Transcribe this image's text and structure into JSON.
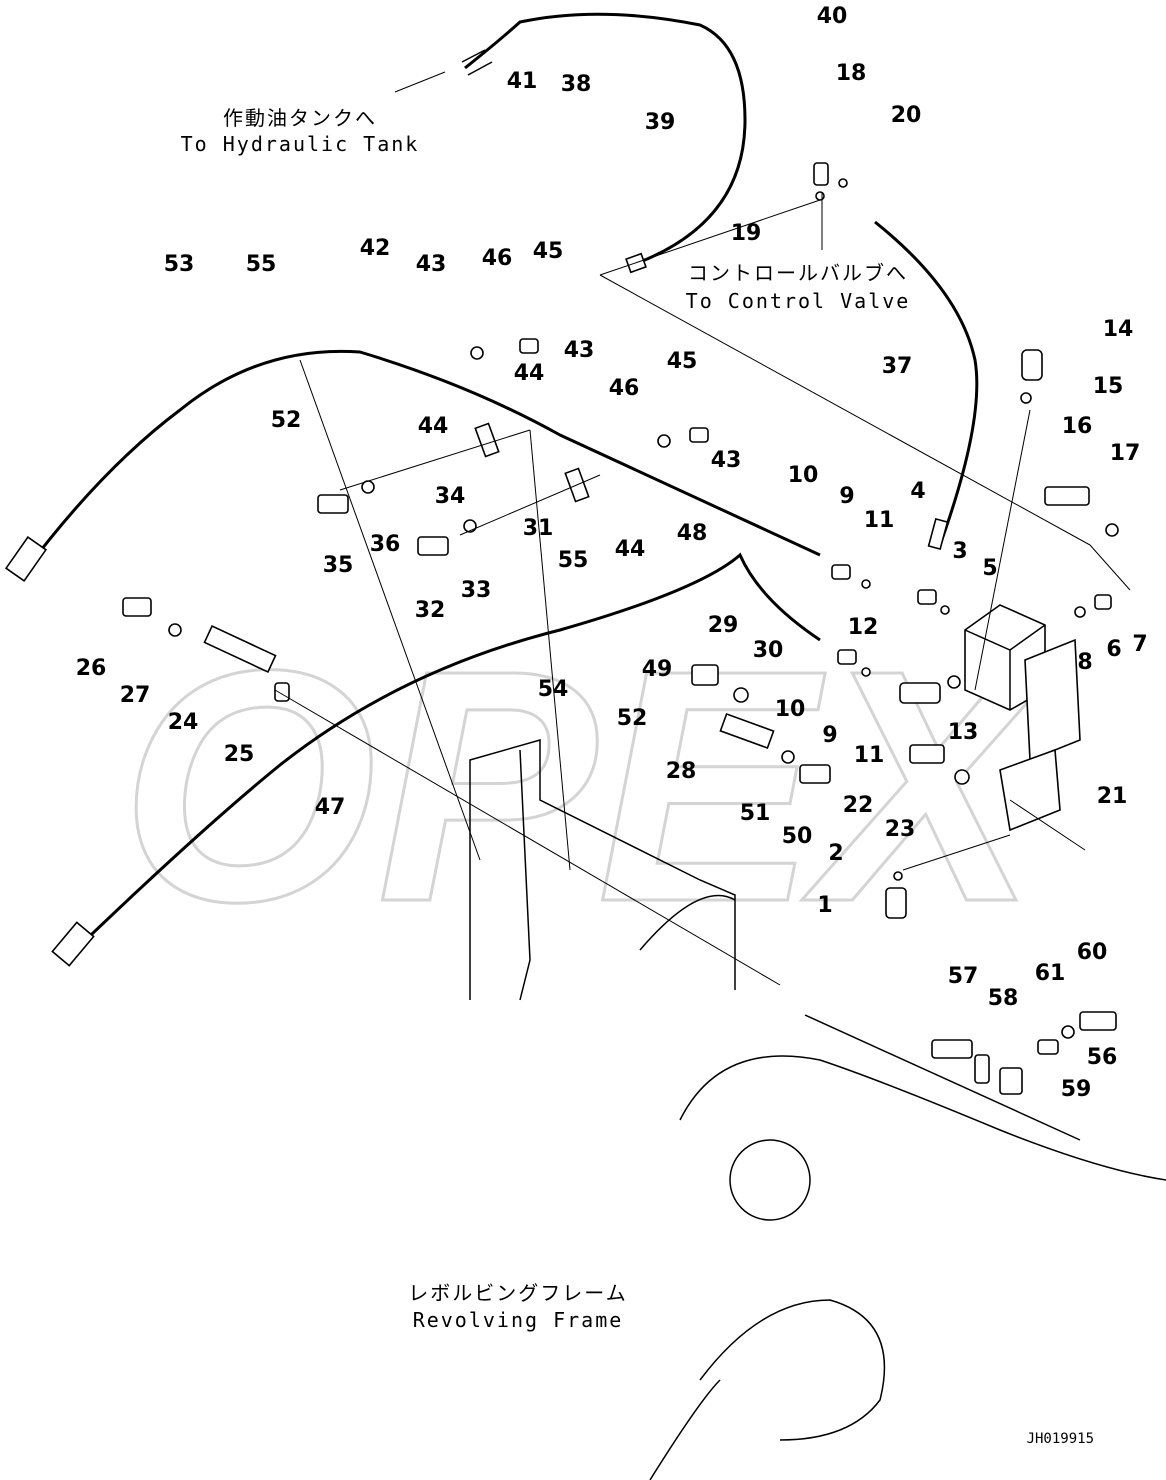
{
  "watermark": "OPEX",
  "drawing_code": "JH019915",
  "labels": {
    "tank_jp": "作動油タンクへ",
    "tank_en": "To Hydraulic Tank",
    "valve_jp": "コントロールバルブへ",
    "valve_en": "To Control Valve",
    "frame_jp": "レボルビングフレーム",
    "frame_en": "Revolving Frame"
  },
  "callouts": [
    "1",
    "2",
    "3",
    "4",
    "5",
    "6",
    "7",
    "8",
    "9",
    "9",
    "10",
    "10",
    "11",
    "11",
    "12",
    "13",
    "14",
    "15",
    "16",
    "17",
    "18",
    "19",
    "20",
    "21",
    "22",
    "23",
    "24",
    "25",
    "26",
    "27",
    "28",
    "29",
    "30",
    "31",
    "32",
    "33",
    "34",
    "35",
    "36",
    "37",
    "38",
    "39",
    "40",
    "41",
    "42",
    "43",
    "43",
    "43",
    "44",
    "44",
    "44",
    "45",
    "45",
    "46",
    "46",
    "47",
    "48",
    "49",
    "50",
    "51",
    "52",
    "52",
    "53",
    "54",
    "55",
    "55",
    "56",
    "57",
    "58",
    "59",
    "60",
    "61"
  ]
}
